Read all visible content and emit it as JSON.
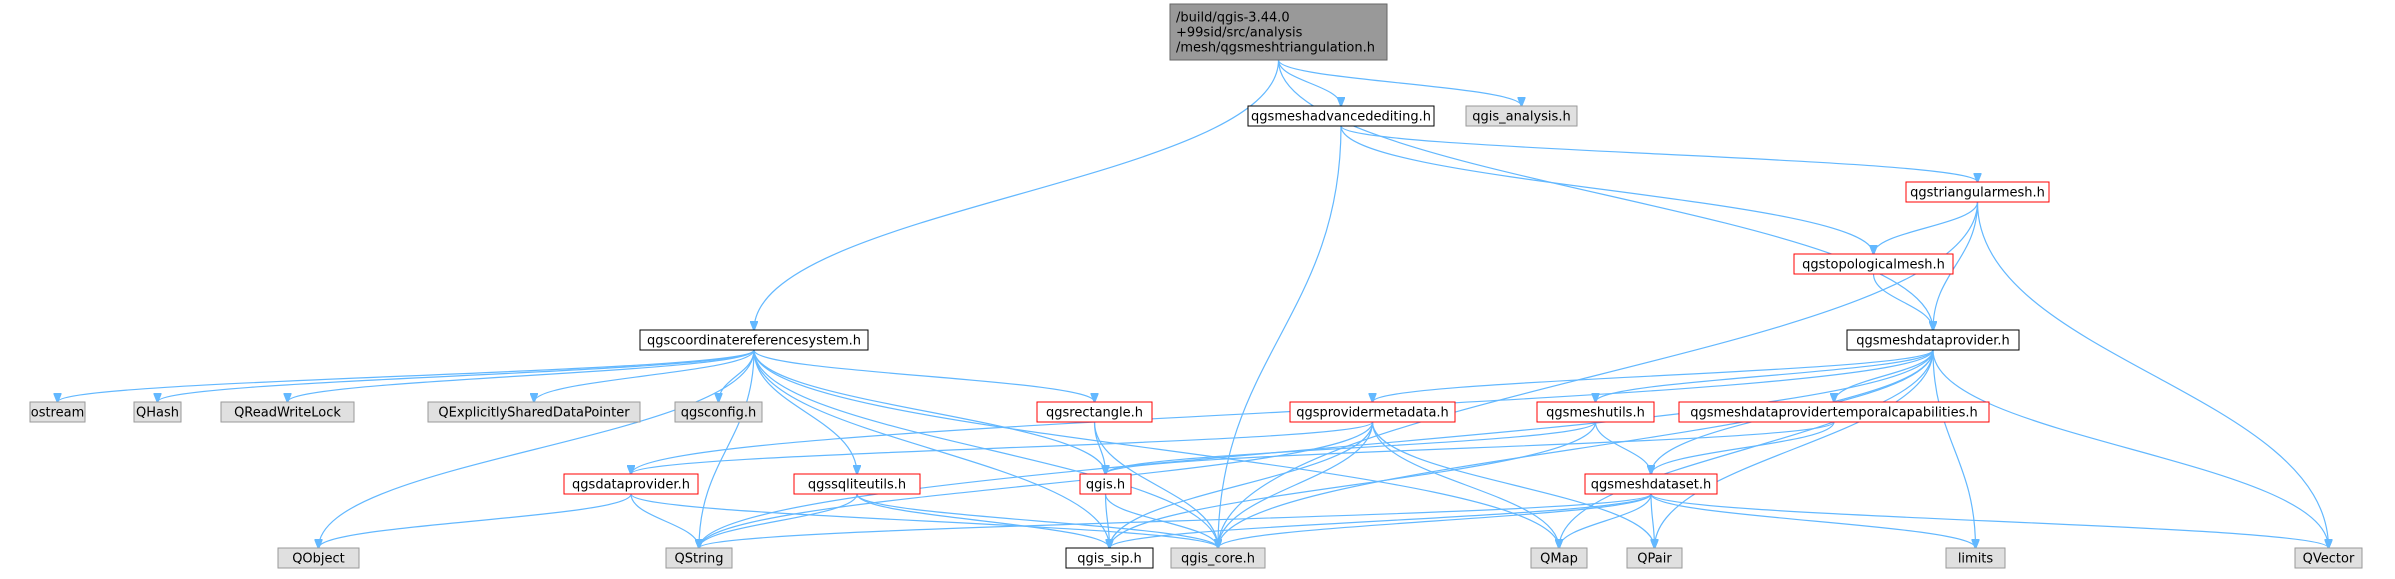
{
  "colors": {
    "edge": "#63b8ff",
    "root_fill": "#999999",
    "root_border": "#666666",
    "documented_fill": "#ffffff",
    "documented_border": "#000000",
    "undocumented_fill": "#e0e0e0",
    "undocumented_border": "#999999",
    "truncated_fill": "#ffffff",
    "truncated_border": "#ff0000"
  },
  "nodes": {
    "root": {
      "lines": [
        "/build/qgis-3.44.0",
        "+99sid/src/analysis",
        "/mesh/qgsmeshtriangulation.h"
      ],
      "style": "root"
    },
    "adv": {
      "lines": [
        "qgsmeshadvancedediting.h"
      ],
      "style": "documented"
    },
    "qgis_analysis": {
      "lines": [
        "qgis_analysis.h"
      ],
      "style": "undocumented"
    },
    "trimesh": {
      "lines": [
        "qgstriangularmesh.h"
      ],
      "style": "truncated"
    },
    "topo": {
      "lines": [
        "qgstopologicalmesh.h"
      ],
      "style": "truncated"
    },
    "crs": {
      "lines": [
        "qgscoordinatereferencesystem.h"
      ],
      "style": "documented"
    },
    "mdp": {
      "lines": [
        "qgsmeshdataprovider.h"
      ],
      "style": "documented"
    },
    "ostream": {
      "lines": [
        "ostream"
      ],
      "style": "undocumented"
    },
    "qhash": {
      "lines": [
        "QHash"
      ],
      "style": "undocumented"
    },
    "qrwlock": {
      "lines": [
        "QReadWriteLock"
      ],
      "style": "undocumented"
    },
    "qesdp": {
      "lines": [
        "QExplicitlySharedDataPointer"
      ],
      "style": "undocumented"
    },
    "qgsconfig": {
      "lines": [
        "qgsconfig.h"
      ],
      "style": "undocumented"
    },
    "rect": {
      "lines": [
        "qgsrectangle.h"
      ],
      "style": "truncated"
    },
    "provmeta": {
      "lines": [
        "qgsprovidermetadata.h"
      ],
      "style": "truncated"
    },
    "meshutils": {
      "lines": [
        "qgsmeshutils.h"
      ],
      "style": "truncated"
    },
    "temporal": {
      "lines": [
        "qgsmeshdataprovidertemporalcapabilities.h"
      ],
      "style": "truncated"
    },
    "dataprov": {
      "lines": [
        "qgsdataprovider.h"
      ],
      "style": "truncated"
    },
    "sqlite": {
      "lines": [
        "qgssqliteutils.h"
      ],
      "style": "truncated"
    },
    "qgis": {
      "lines": [
        "qgis.h"
      ],
      "style": "truncated"
    },
    "dataset": {
      "lines": [
        "qgsmeshdataset.h"
      ],
      "style": "truncated"
    },
    "qobject": {
      "lines": [
        "QObject"
      ],
      "style": "undocumented"
    },
    "qstring": {
      "lines": [
        "QString"
      ],
      "style": "undocumented"
    },
    "sip": {
      "lines": [
        "qgis_sip.h"
      ],
      "style": "documented"
    },
    "core": {
      "lines": [
        "qgis_core.h"
      ],
      "style": "undocumented"
    },
    "qmap": {
      "lines": [
        "QMap"
      ],
      "style": "undocumented"
    },
    "qpair": {
      "lines": [
        "QPair"
      ],
      "style": "undocumented"
    },
    "limits": {
      "lines": [
        "limits"
      ],
      "style": "undocumented"
    },
    "qvector": {
      "lines": [
        "QVector"
      ],
      "style": "undocumented"
    }
  },
  "edges": [
    [
      "root",
      "adv"
    ],
    [
      "root",
      "qgis_analysis"
    ],
    [
      "root",
      "crs"
    ],
    [
      "root",
      "mdp"
    ],
    [
      "adv",
      "trimesh"
    ],
    [
      "adv",
      "topo"
    ],
    [
      "adv",
      "core"
    ],
    [
      "trimesh",
      "topo"
    ],
    [
      "trimesh",
      "mdp"
    ],
    [
      "trimesh",
      "core"
    ],
    [
      "trimesh",
      "qvector"
    ],
    [
      "topo",
      "mdp"
    ],
    [
      "crs",
      "ostream"
    ],
    [
      "crs",
      "qhash"
    ],
    [
      "crs",
      "qrwlock"
    ],
    [
      "crs",
      "qesdp"
    ],
    [
      "crs",
      "qgsconfig"
    ],
    [
      "crs",
      "rect"
    ],
    [
      "crs",
      "sqlite"
    ],
    [
      "crs",
      "qgis"
    ],
    [
      "crs",
      "qobject"
    ],
    [
      "crs",
      "qstring"
    ],
    [
      "crs",
      "sip"
    ],
    [
      "crs",
      "core"
    ],
    [
      "crs",
      "qmap"
    ],
    [
      "mdp",
      "provmeta"
    ],
    [
      "mdp",
      "meshutils"
    ],
    [
      "mdp",
      "temporal"
    ],
    [
      "mdp",
      "dataprov"
    ],
    [
      "mdp",
      "dataset"
    ],
    [
      "mdp",
      "qstring"
    ],
    [
      "mdp",
      "core"
    ],
    [
      "mdp",
      "qmap"
    ],
    [
      "mdp",
      "qpair"
    ],
    [
      "mdp",
      "limits"
    ],
    [
      "mdp",
      "qvector"
    ],
    [
      "rect",
      "qgis"
    ],
    [
      "rect",
      "core"
    ],
    [
      "provmeta",
      "dataprov"
    ],
    [
      "provmeta",
      "qstring"
    ],
    [
      "provmeta",
      "sip"
    ],
    [
      "provmeta",
      "core"
    ],
    [
      "provmeta",
      "qmap"
    ],
    [
      "provmeta",
      "qpair"
    ],
    [
      "meshutils",
      "qgis"
    ],
    [
      "meshutils",
      "dataset"
    ],
    [
      "meshutils",
      "sip"
    ],
    [
      "temporal",
      "dataset"
    ],
    [
      "temporal",
      "qgis"
    ],
    [
      "dataprov",
      "qobject"
    ],
    [
      "dataprov",
      "qstring"
    ],
    [
      "dataprov",
      "core"
    ],
    [
      "sqlite",
      "qstring"
    ],
    [
      "sqlite",
      "sip"
    ],
    [
      "sqlite",
      "core"
    ],
    [
      "qgis",
      "sip"
    ],
    [
      "qgis",
      "core"
    ],
    [
      "dataset",
      "qstring"
    ],
    [
      "dataset",
      "sip"
    ],
    [
      "dataset",
      "core"
    ],
    [
      "dataset",
      "qmap"
    ],
    [
      "dataset",
      "qpair"
    ],
    [
      "dataset",
      "limits"
    ],
    [
      "dataset",
      "qvector"
    ]
  ]
}
